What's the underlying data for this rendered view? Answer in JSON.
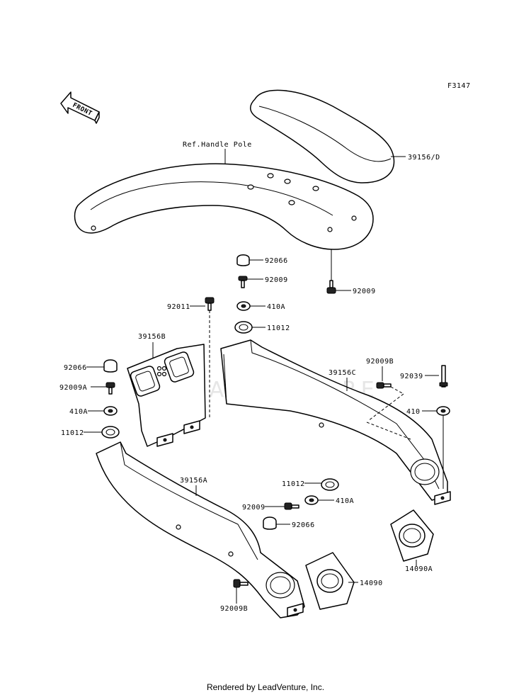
{
  "figure_code": "F3147",
  "front_marker": "FRONT",
  "watermark": "LEADVENTURE",
  "footer": "Rendered by LeadVenture, Inc.",
  "labels": {
    "ref_handle_pole": "Ref.Handle Pole",
    "p39156D": "39156/D",
    "p92066_top": "92066",
    "p92009_top": "92009",
    "p92009_right": "92009",
    "p92011": "92011",
    "p410A_top": "410A",
    "p11012_top": "11012",
    "p39156B": "39156B",
    "p92066_left": "92066",
    "p92009A": "92009A",
    "p410A_left": "410A",
    "p11012_left": "11012",
    "p92009B_top": "92009B",
    "p39156C": "39156C",
    "p92039": "92039",
    "p410": "410",
    "p11012_mid": "11012",
    "p410A_mid": "410A",
    "p92009_mid": "92009",
    "p92066_mid": "92066",
    "p39156A": "39156A",
    "p14090": "14090",
    "p14090A": "14090A",
    "p92009B_bottom": "92009B"
  }
}
